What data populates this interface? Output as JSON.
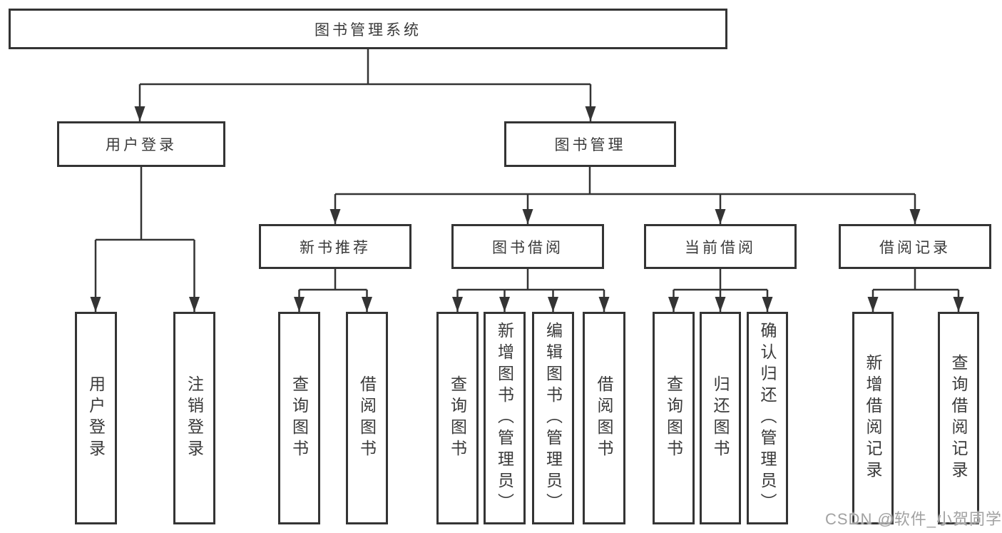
{
  "tree": {
    "label": "图书管理系统",
    "children": [
      {
        "label": "用户登录",
        "children": [
          {
            "label": "用户登录"
          },
          {
            "label": "注销登录"
          }
        ]
      },
      {
        "label": "图书管理",
        "children": [
          {
            "label": "新书推荐",
            "children": [
              {
                "label": "查询图书"
              },
              {
                "label": "借阅图书"
              }
            ]
          },
          {
            "label": "图书借阅",
            "children": [
              {
                "label": "查询图书"
              },
              {
                "label": "新增图书（管理员）"
              },
              {
                "label": "编辑图书（管理员）"
              },
              {
                "label": "借阅图书"
              }
            ]
          },
          {
            "label": "当前借阅",
            "children": [
              {
                "label": "查询图书"
              },
              {
                "label": "归还图书"
              },
              {
                "label": "确认归还（管理员）"
              }
            ]
          },
          {
            "label": "借阅记录",
            "children": [
              {
                "label": "新增借阅记录"
              },
              {
                "label": "查询借阅记录"
              }
            ]
          }
        ]
      }
    ]
  },
  "watermark": "CSDN @软件_小贺同学",
  "colors": {
    "line": "#343434",
    "border": "#343434",
    "text": "#3a3a3a",
    "background": "#ffffff",
    "watermark": "#a2a2a2"
  }
}
